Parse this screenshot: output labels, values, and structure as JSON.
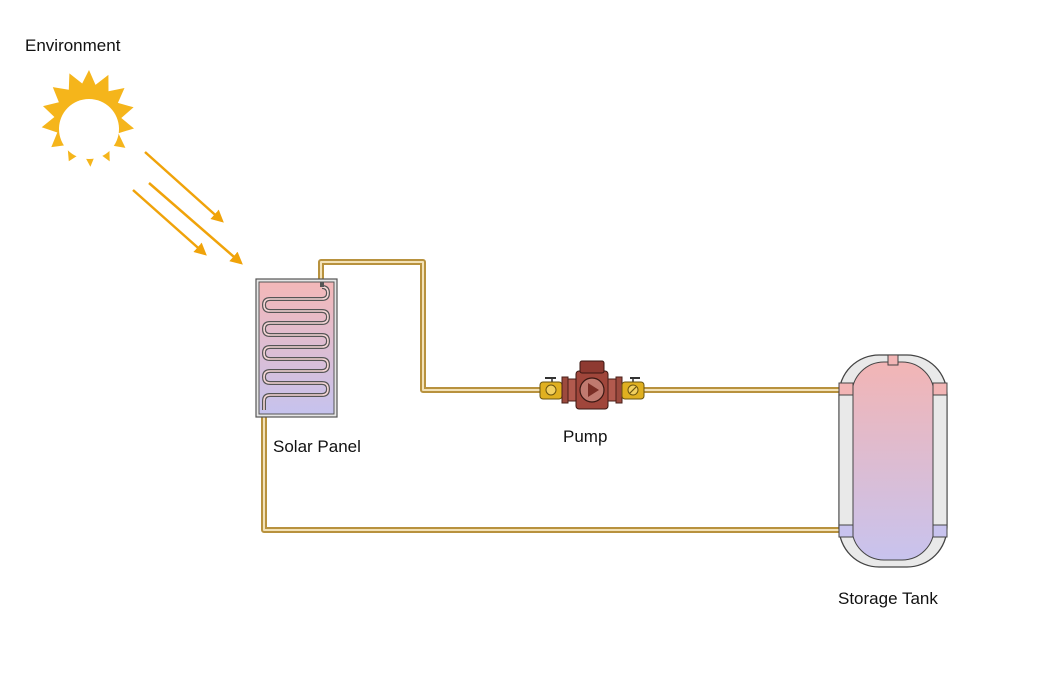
{
  "labels": {
    "environment": "Environment",
    "solar_panel": "Solar Panel",
    "pump": "Pump",
    "storage_tank": "Storage Tank"
  },
  "colors": {
    "sun": "#F5B51B",
    "ray": "#F0A30A",
    "pipe": "#B8923E",
    "hot": "#F2B8B8",
    "cold": "#C7C4EC",
    "pump_body": "#A0463B",
    "valve": "#E0B020"
  }
}
